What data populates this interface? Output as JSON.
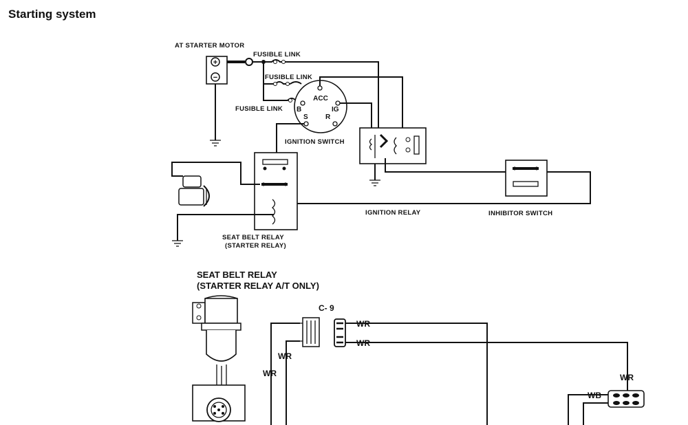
{
  "title": "Starting system",
  "labels": {
    "at_starter_motor": "AT STARTER MOTOR",
    "fusible_link": "FUSIBLE LINK",
    "acc": "ACC",
    "b": "B",
    "ig": "IG",
    "s": "S",
    "r": "R",
    "ignition_switch": "IGNITION SWITCH",
    "ignition_relay": "IGNITION RELAY",
    "inhibitor_switch": "INHIBITOR SWITCH",
    "seat_belt_relay_line1": "SEAT BELT  RELAY",
    "seat_belt_relay_line2": "(STARTER RELAY)",
    "battery_plus": "+",
    "battery_minus": "−"
  },
  "lower": {
    "heading_line1": "SEAT BELT RELAY",
    "heading_line2": "(STARTER RELAY A/T ONLY)",
    "connector": "C- 9",
    "wire_wr": "WR",
    "wire_wb": "WB"
  }
}
